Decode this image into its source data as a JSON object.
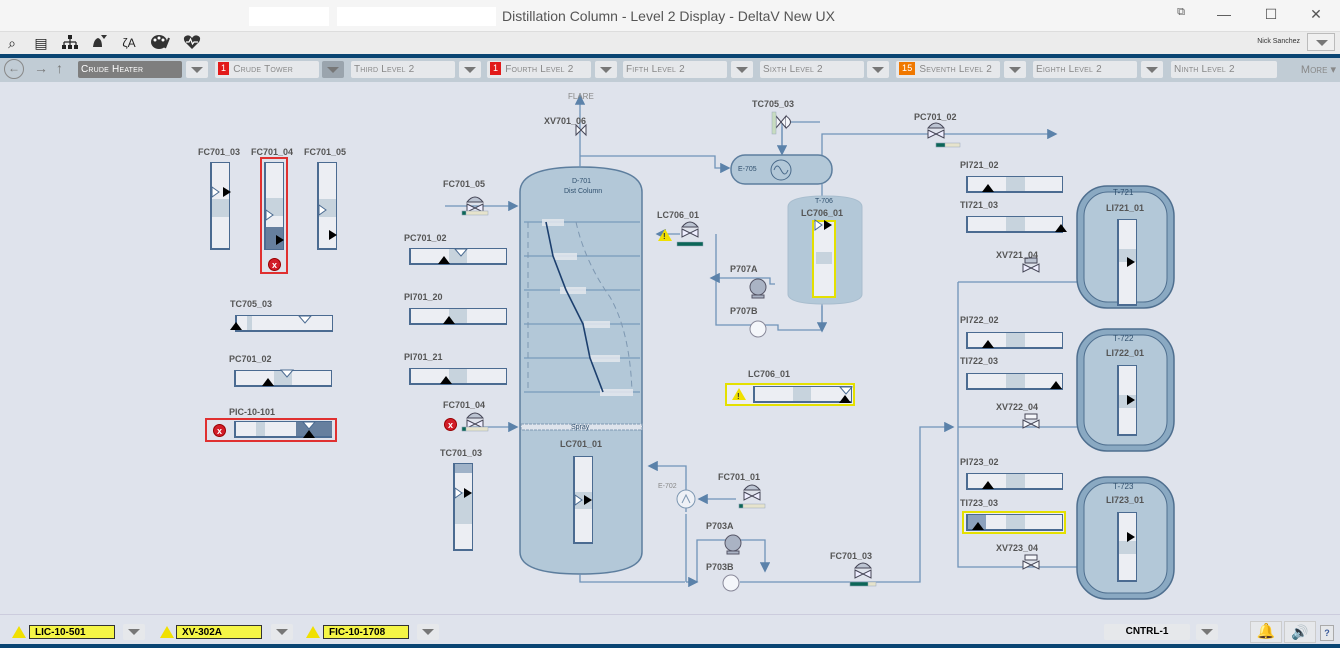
{
  "window": {
    "title": "Distillation Column - Level 2 Display - DeltaV New UX",
    "buttons": {
      "restore_popout": "⧉",
      "minimize": "—",
      "maximize": "☐",
      "close": "✕"
    }
  },
  "toolbar": {
    "icons": [
      "search-icon",
      "faceplate-icon",
      "hierarchy-icon",
      "alarm-filter-icon",
      "language-icon",
      "palette-icon",
      "health-icon"
    ],
    "user": "Nick Sanchez"
  },
  "nav": {
    "tabs": [
      {
        "label": "Crude Heater",
        "active": true,
        "badge": null
      },
      {
        "label": "Crude Tower",
        "badge": "1",
        "badge_color": "#e21a1a"
      },
      {
        "label": "Third Level 2",
        "badge": null
      },
      {
        "label": "Fourth Level 2",
        "badge": "1",
        "badge_color": "#e21a1a"
      },
      {
        "label": "Fifth Level 2",
        "badge": null
      },
      {
        "label": "Sixth Level 2",
        "badge": null
      },
      {
        "label": "Seventh Level 2",
        "badge": "15",
        "badge_color": "#f07800"
      },
      {
        "label": "Eighth Level 2",
        "badge": null
      },
      {
        "label": "Ninth Level 2",
        "badge": null
      }
    ],
    "more_label": "More ▾"
  },
  "display": {
    "labels": {
      "fc701_03": "FC701_03",
      "fc701_04": "FC701_04",
      "fc701_05": "FC701_05",
      "tc705_03_left": "TC705_03",
      "pc701_02_left": "PC701_02",
      "pic_10_101": "PIC-10-101",
      "flare": "FLARE",
      "xv701_06": "XV701_06",
      "fc701_05_valve": "FC701_05",
      "pc701_02_mid": "PC701_02",
      "pi701_20": "PI701_20",
      "pi701_21": "PI701_21",
      "fc701_04_valve": "FC701_04",
      "tc701_03": "TC701_03",
      "d701": "D-701",
      "dist_column": "Dist Column",
      "spray": "Spray",
      "lc701_01": "LC701_01",
      "tc705_03": "TC705_03",
      "e705": "E-705",
      "lc706_01_valve": "LC706_01",
      "t706": "T-706",
      "lc706_01_tank": "LC706_01",
      "p707a": "P707A",
      "p707b": "P707B",
      "lc706_01_bar": "LC706_01",
      "e702": "E-702",
      "fc701_01": "FC701_01",
      "p703a": "P703A",
      "p703b": "P703B",
      "fc701_03_valve": "FC701_03",
      "pc701_02_right": "PC701_02",
      "pi721_02": "PI721_02",
      "ti721_03": "TI721_03",
      "xv721_04": "XV721_04",
      "t721": "T-721",
      "li721_01": "LI721_01",
      "pi722_02": "PI722_02",
      "ti722_03": "TI722_03",
      "xv722_04": "XV722_04",
      "t722": "T-722",
      "li722_01": "LI722_01",
      "pi723_02": "PI723_02",
      "ti723_03": "TI723_03",
      "xv723_04": "XV723_04",
      "t723": "T-723",
      "li723_01": "LI723_01"
    }
  },
  "status_bar": {
    "alarms": [
      {
        "tag": "LIC-10-501",
        "severity": "warning"
      },
      {
        "tag": "XV-302A",
        "severity": "warning"
      },
      {
        "tag": "FIC-10-1708",
        "severity": "warning"
      }
    ],
    "controller": "CNTRL-1",
    "help": "?"
  },
  "colors": {
    "accent_navy": "#0a4573",
    "alarm_red": "#e03030",
    "alarm_yellow": "#e4e000",
    "vessel": "#b3c8d8"
  }
}
